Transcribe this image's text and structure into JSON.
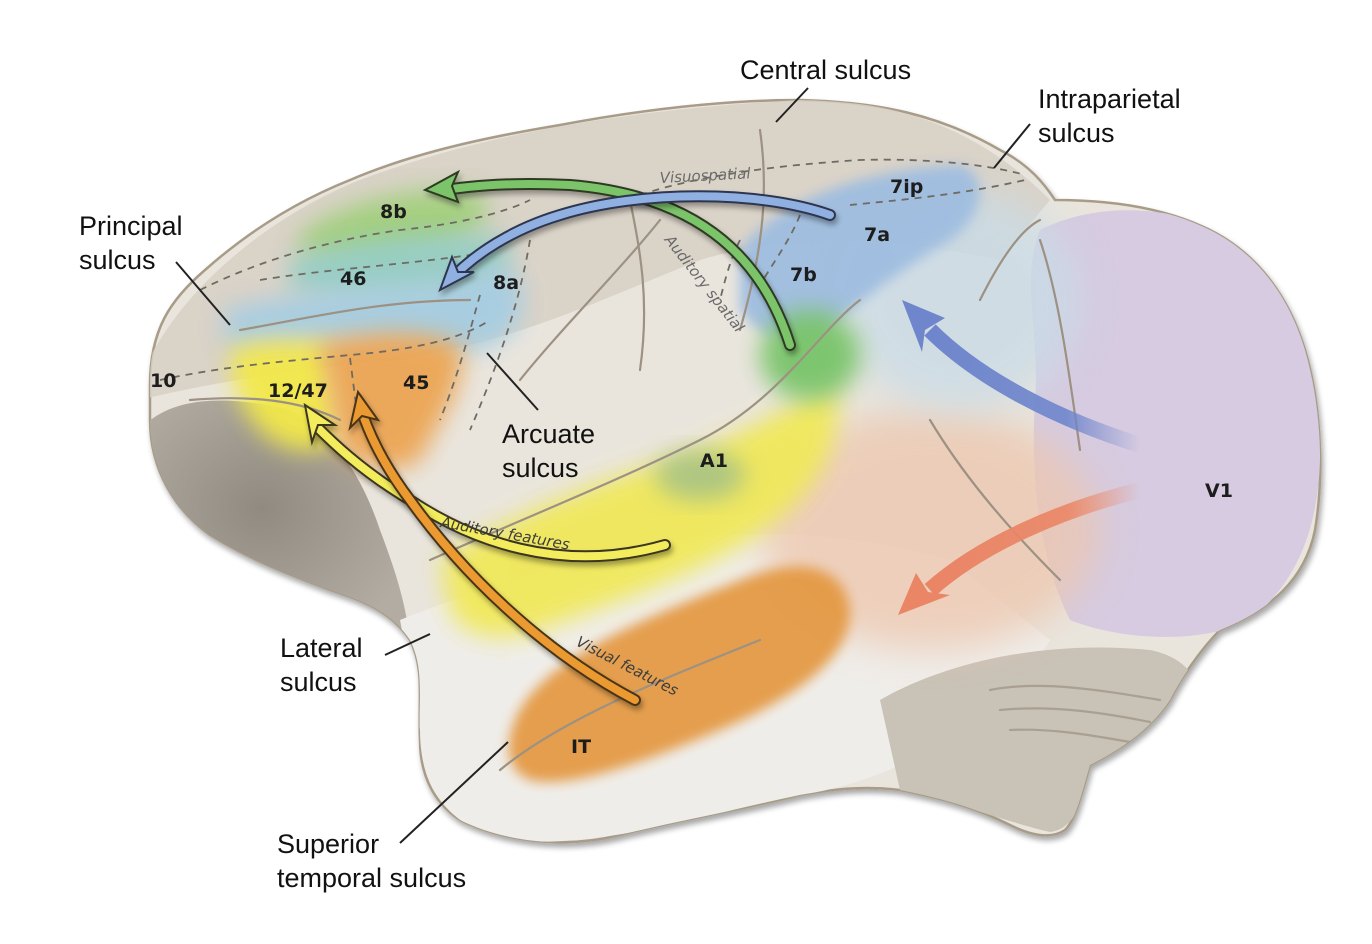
{
  "figure": {
    "subject": "Macaque brain, lateral view: dorsal and ventral processing streams to prefrontal cortex",
    "colors": {
      "visuospatial_stream": "#7f9ed6",
      "auditory_spatial_stream": "#7cc46a",
      "auditory_features_stream": "#f3ec5c",
      "visual_features_stream": "#eb9a33",
      "v1_dorsal_arrow": "#6f86cc",
      "v1_ventral_arrow": "#ea8566",
      "v1_region": "#d6cbe0",
      "it_region": "#e49a44",
      "parietal_region": "#9fbde0"
    }
  },
  "callouts": [
    {
      "id": "central",
      "lines": [
        "Central sulcus"
      ]
    },
    {
      "id": "intraparietal",
      "lines": [
        "Intraparietal",
        "sulcus"
      ]
    },
    {
      "id": "principal",
      "lines": [
        "Principal",
        "sulcus"
      ]
    },
    {
      "id": "arcuate",
      "lines": [
        "Arcuate",
        "sulcus"
      ]
    },
    {
      "id": "lateral",
      "lines": [
        "Lateral",
        "sulcus"
      ]
    },
    {
      "id": "sts",
      "lines": [
        "Superior",
        "temporal sulcus"
      ]
    }
  ],
  "areas": {
    "a8b": "8b",
    "a46": "46",
    "a8a": "8a",
    "a10": "10",
    "a12_47": "12/47",
    "a45": "45",
    "a7ip": "7ip",
    "a7a": "7a",
    "a7b": "7b",
    "A1": "A1",
    "V1": "V1",
    "IT": "IT"
  },
  "pathways": {
    "visuospatial": "Visuospatial",
    "auditory_spatial": "Auditory spatial",
    "auditory_features": "Auditory features",
    "visual_features": "Visual features"
  }
}
